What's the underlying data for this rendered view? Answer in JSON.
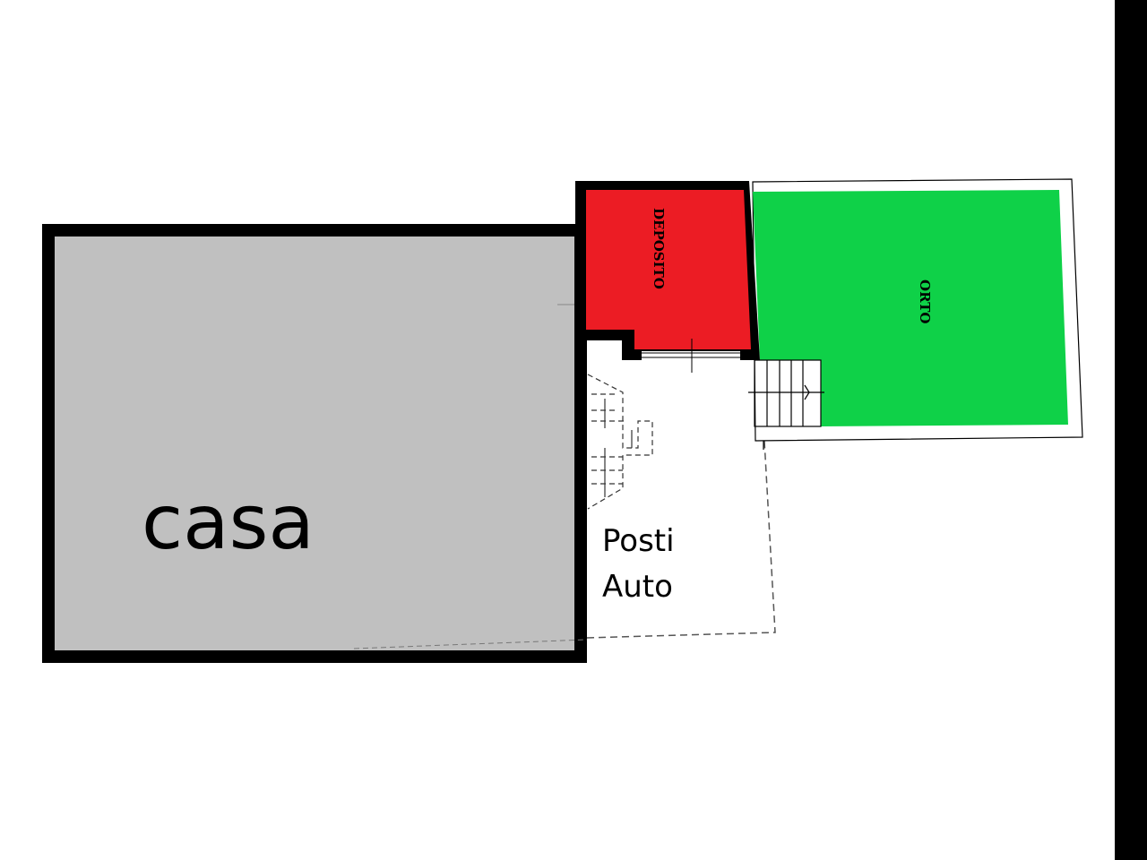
{
  "rooms": {
    "casa": "casa",
    "deposito": "DEPOSITO",
    "orto": "ORTO",
    "posti_auto_line1": "Posti",
    "posti_auto_line2": "Auto"
  },
  "colors": {
    "casa": "#c0c0c0",
    "deposito": "#ec1c24",
    "orto": "#0fd148",
    "wall": "#000000",
    "side_bar": "#000000"
  }
}
